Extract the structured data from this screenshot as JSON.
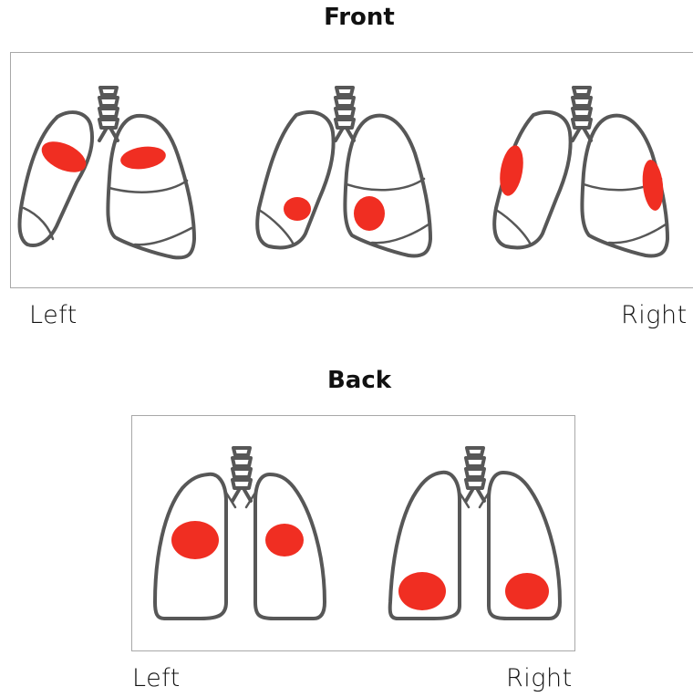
{
  "front": {
    "title": "Front",
    "left_label": "Left",
    "right_label": "Right",
    "views": [
      {
        "name": "front-view-1",
        "highlight": "both upper lobes"
      },
      {
        "name": "front-view-2",
        "highlight": "both lower lobes"
      },
      {
        "name": "front-view-3",
        "highlight": "lateral sides"
      }
    ]
  },
  "back": {
    "title": "Back",
    "left_label": "Left",
    "right_label": "Right",
    "views": [
      {
        "name": "back-view-1",
        "highlight": "upper-middle"
      },
      {
        "name": "back-view-2",
        "highlight": "lower"
      }
    ]
  },
  "colors": {
    "highlight": "#f02e22",
    "outline": "#575757",
    "border": "#a8a8a8"
  }
}
